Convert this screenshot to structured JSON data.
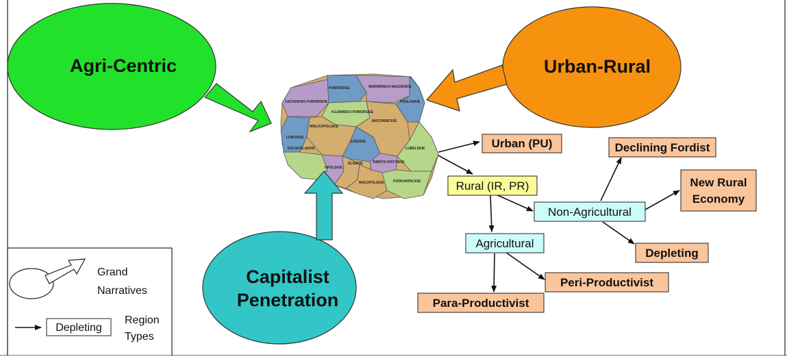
{
  "colors": {
    "agri": "#22e12a",
    "urban_rural": "#f7920f",
    "capitalist": "#33c6c6",
    "orange_box": "#fbc59c",
    "yellow_box": "#fbfb99",
    "cyan_box": "#ccfbfb",
    "map_purple": "#b79cc9",
    "map_blue": "#6f9bc4",
    "map_green": "#b6d68a",
    "map_tan": "#d3ae6e"
  },
  "narratives": {
    "agri": {
      "label": "Agri-Centric"
    },
    "urban_rural": {
      "label": "Urban-Rural"
    },
    "capitalist": {
      "line1": "Capitalist",
      "line2": "Penetration"
    }
  },
  "regions": {
    "urban": "Urban (PU)",
    "rural": "Rural (IR, PR)",
    "non_agricultural": "Non-Agricultural",
    "agricultural": "Agricultural",
    "declining_fordist": "Declining Fordist",
    "new_rural_line1": "New Rural",
    "new_rural_line2": "Economy",
    "depleting": "Depleting",
    "peri_productivist": "Peri-Productivist",
    "para_productivist": "Para-Productivist"
  },
  "map_labels": {
    "pomorskie": "POMORSKIE",
    "warminsko": "WARMIŃSKO-MAZURSKIE",
    "zachodnio": "ZACHODNIO-POMORSKIE",
    "kujawsko": "KUJAWSKO-POMORSKIE",
    "podlaskie": "PODLASKIE",
    "mazowieckie": "MAZOWIECKIE",
    "wielkopolskie": "WIELKOPOLSKIE",
    "lubuskie": "LUBUSKIE",
    "lodzkie": "ŁÓDZKIE",
    "lubelskie": "LUBELSKIE",
    "dolnoslaskie": "DOLNOŚLĄSKIE",
    "swietokrzyskie": "ŚWIĘTO-KRZYSKIE",
    "opolskie": "OPOLSKIE",
    "slaskie": "ŚLĄSKIE",
    "malopolskie": "MAŁOPOLSKIE",
    "podkarpackie": "PODKARPACKIE"
  },
  "legend": {
    "grand_line1": "Grand",
    "grand_line2": "Narratives",
    "sample_box": "Depleting",
    "region_line1": "Region",
    "region_line2": "Types"
  }
}
